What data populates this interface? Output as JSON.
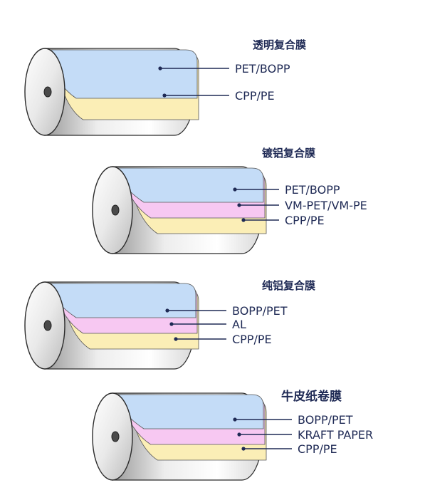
{
  "colors": {
    "pet": "#c4dcf7",
    "metal": "#f7c8f2",
    "cpp": "#fbeeb6",
    "roll_body": "#f4f4f4",
    "roll_edge": "#2b2b2b",
    "leader": "#1f2a55",
    "text": "#1f2a55"
  },
  "rolls": [
    {
      "id": "transparent",
      "title": "透明复合膜",
      "layers": [
        {
          "label": "PET/BOPP",
          "color": "pet"
        },
        {
          "label": "CPP/PE",
          "color": "cpp"
        }
      ]
    },
    {
      "id": "vm",
      "title": "镀铝复合膜",
      "layers": [
        {
          "label": "PET/BOPP",
          "color": "pet"
        },
        {
          "label": "VM-PET/VM-PE",
          "color": "metal"
        },
        {
          "label": "CPP/PE",
          "color": "cpp"
        }
      ]
    },
    {
      "id": "al",
      "title": "纯铝复合膜",
      "layers": [
        {
          "label": "BOPP/PET",
          "color": "pet"
        },
        {
          "label": "AL",
          "color": "metal"
        },
        {
          "label": "CPP/PE",
          "color": "cpp"
        }
      ]
    },
    {
      "id": "kraft",
      "title": "牛皮纸卷膜",
      "layers": [
        {
          "label": "BOPP/PET",
          "color": "pet"
        },
        {
          "label": "KRAFT PAPER",
          "color": "metal"
        },
        {
          "label": "CPP/PE",
          "color": "cpp"
        }
      ]
    }
  ]
}
